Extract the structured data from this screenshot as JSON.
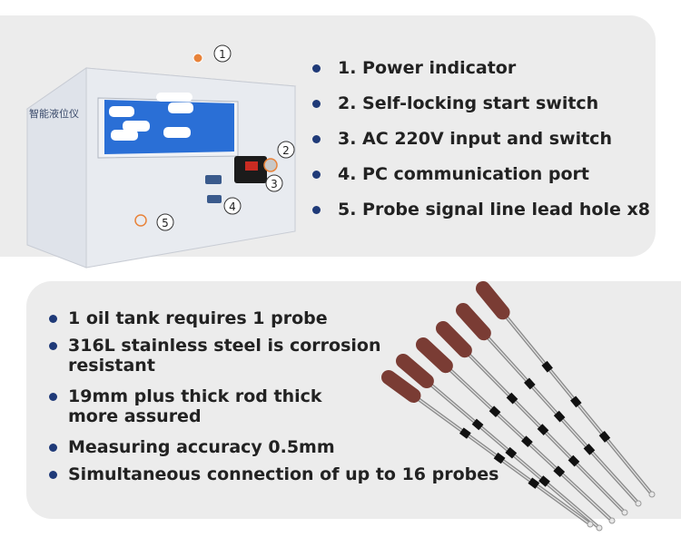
{
  "device": {
    "screen_title": "智能液位仪",
    "callouts": [
      "1",
      "2",
      "3",
      "4",
      "5"
    ]
  },
  "features_top": [
    "1. Power indicator",
    "2. Self-locking start switch",
    "3. AC 220V input and switch",
    "4. PC communication port",
    "5. Probe signal line lead hole x8"
  ],
  "features_bottom": [
    "1 oil tank requires 1 probe",
    "316L stainless steel is corrosion resistant",
    "19mm plus thick rod thick more assured",
    "Measuring accuracy 0.5mm",
    "Simultaneous connection of up to 16 probes"
  ],
  "colors": {
    "panel": "#ececec",
    "bullet": "#1f3a78",
    "callout_ring": "#e8833a",
    "screen": "#2a6fd6"
  }
}
